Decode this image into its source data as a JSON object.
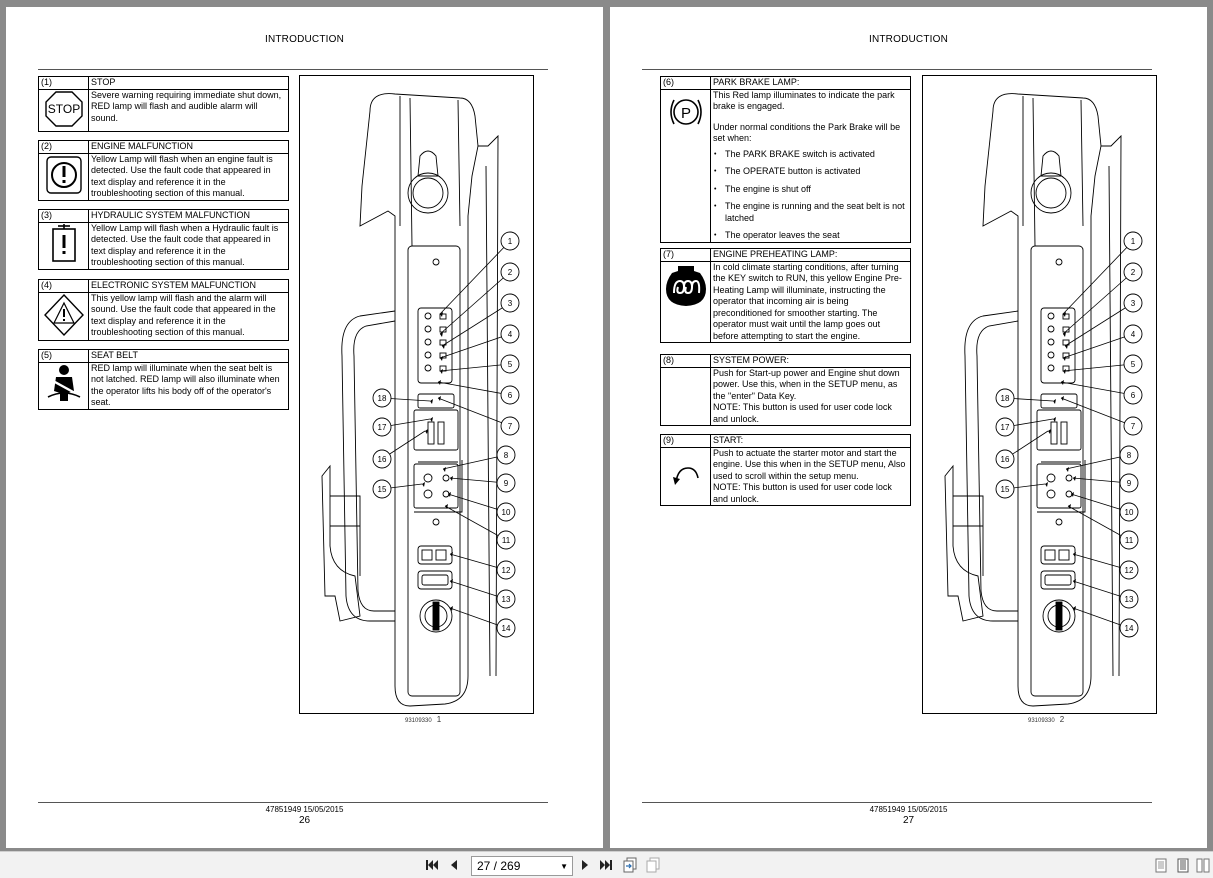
{
  "left_page": {
    "header": "INTRODUCTION",
    "doc_id": "47851949 15/05/2015",
    "page_number": "26",
    "figure_ref": "93109330",
    "figure_index": "1",
    "lamps": [
      {
        "num": "(1)",
        "title": "STOP",
        "icon": "stop-sign-icon",
        "text": "Severe warning requiring immediate shut down, RED lamp will flash and audible alarm will sound.",
        "icon_text": "STOP"
      },
      {
        "num": "(2)",
        "title": "ENGINE MALFUNCTION",
        "icon": "engine-malfunction-icon",
        "text": "Yellow Lamp will flash when an engine fault is detected. Use the fault code that appeared in text display and reference it in the troubleshooting section of this manual."
      },
      {
        "num": "(3)",
        "title": "HYDRAULIC SYSTEM MALFUNCTION",
        "icon": "hydraulic-malfunction-icon",
        "text": "Yellow Lamp will flash when a Hydraulic fault is detected. Use the fault code that appeared in text display and reference it in the troubleshooting section of this manual."
      },
      {
        "num": "(4)",
        "title": "ELECTRONIC SYSTEM MALFUNCTION",
        "icon": "warning-diamond-icon",
        "text": "This yellow lamp will flash and the alarm will sound. Use the fault code that appeared in the text display and reference it in the troubleshooting section of this manual."
      },
      {
        "num": "(5)",
        "title": "SEAT BELT",
        "icon": "seat-belt-icon",
        "text": "RED lamp will illuminate when the seat belt is not latched. RED lamp will also illuminate when the operator lifts his body off of the operator's seat."
      }
    ]
  },
  "right_page": {
    "header": "INTRODUCTION",
    "doc_id": "47851949 15/05/2015",
    "page_number": "27",
    "figure_ref": "93109330",
    "figure_index": "2",
    "lamps": [
      {
        "num": "(6)",
        "title": "PARK BRAKE LAMP:",
        "icon": "park-brake-icon",
        "icon_text": "P",
        "intro": "This Red lamp illuminates to indicate the park brake is engaged.",
        "sub": "Under normal conditions the Park Brake will be set when:",
        "bullets": [
          "The PARK BRAKE switch is activated",
          "The OPERATE button is activated",
          "The engine is shut off",
          "The engine is running and the seat belt is not latched",
          "The operator leaves the seat"
        ]
      },
      {
        "num": "(7)",
        "title": "ENGINE PREHEATING LAMP:",
        "icon": "preheat-coil-icon",
        "text": "In cold climate starting conditions, after turning the KEY switch to RUN, this yellow Engine Pre-Heating Lamp will illuminate, instructing the operator that incoming air is being preconditioned for smoother starting. The operator must wait until the lamp goes out before attempting to start the engine."
      },
      {
        "num": "(8)",
        "title": "SYSTEM POWER:",
        "icon": "",
        "text": "Push for Start-up power and Engine shut down power. Use this, when in the SETUP menu, as the \"enter\" Data Key.",
        "note_key": "NOTE:",
        "note": " This button is used for user code lock and unlock."
      },
      {
        "num": "(9)",
        "title": "START:",
        "icon": "start-arrow-icon",
        "text": "Push to actuate the starter motor and start the engine. Use this when in the SETUP menu, Also used to scroll within the setup menu.",
        "note_key": "NOTE:",
        "note": " This button is used for user code lock and unlock."
      }
    ]
  },
  "callouts": [
    "1",
    "2",
    "3",
    "4",
    "5",
    "6",
    "7",
    "8",
    "9",
    "10",
    "11",
    "12",
    "13",
    "14",
    "15",
    "16",
    "17",
    "18"
  ],
  "toolbar": {
    "page_indicator": "27 / 269",
    "icons": [
      "first-page-icon",
      "previous-page-icon",
      "next-page-icon",
      "last-page-icon",
      "fit-page-icon",
      "rotate-icon",
      "single-page-view-icon",
      "continuous-view-icon",
      "two-page-view-icon"
    ]
  }
}
